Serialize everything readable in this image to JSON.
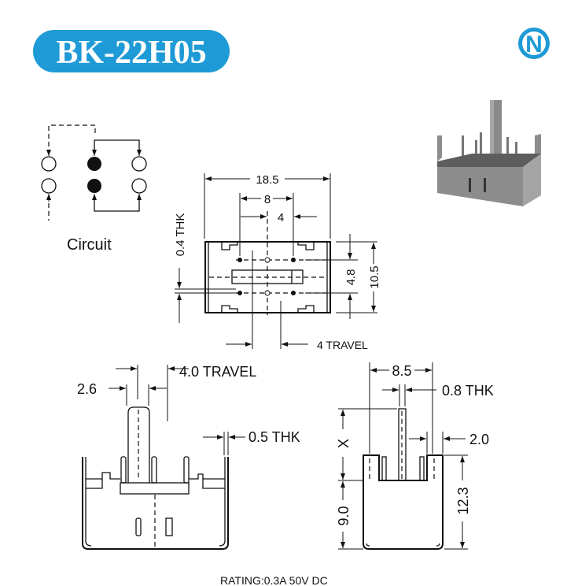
{
  "header": {
    "model": "BK-22H05",
    "logo_letter": "N",
    "brand_color": "#1e9ad6"
  },
  "circuit": {
    "label": "Circuit"
  },
  "top_view": {
    "width": "18.5",
    "pin_pitch": "8",
    "half_pitch": "4",
    "thickness": "0.4 THK",
    "height": "10.5",
    "row_spacing": "4.8",
    "travel": "4 TRAVEL"
  },
  "front_view": {
    "travel": "4.0 TRAVEL",
    "actuator_width": "2.6",
    "frame_thickness": "0.5 THK"
  },
  "side_view": {
    "depth": "8.5",
    "actuator_thickness": "0.8 THK",
    "actuator_height": "X",
    "pin_offset": "2.0",
    "body_height": "9.0",
    "total_height": "12.3"
  },
  "footer": {
    "rating": "RATING:0.3A 50V DC"
  }
}
